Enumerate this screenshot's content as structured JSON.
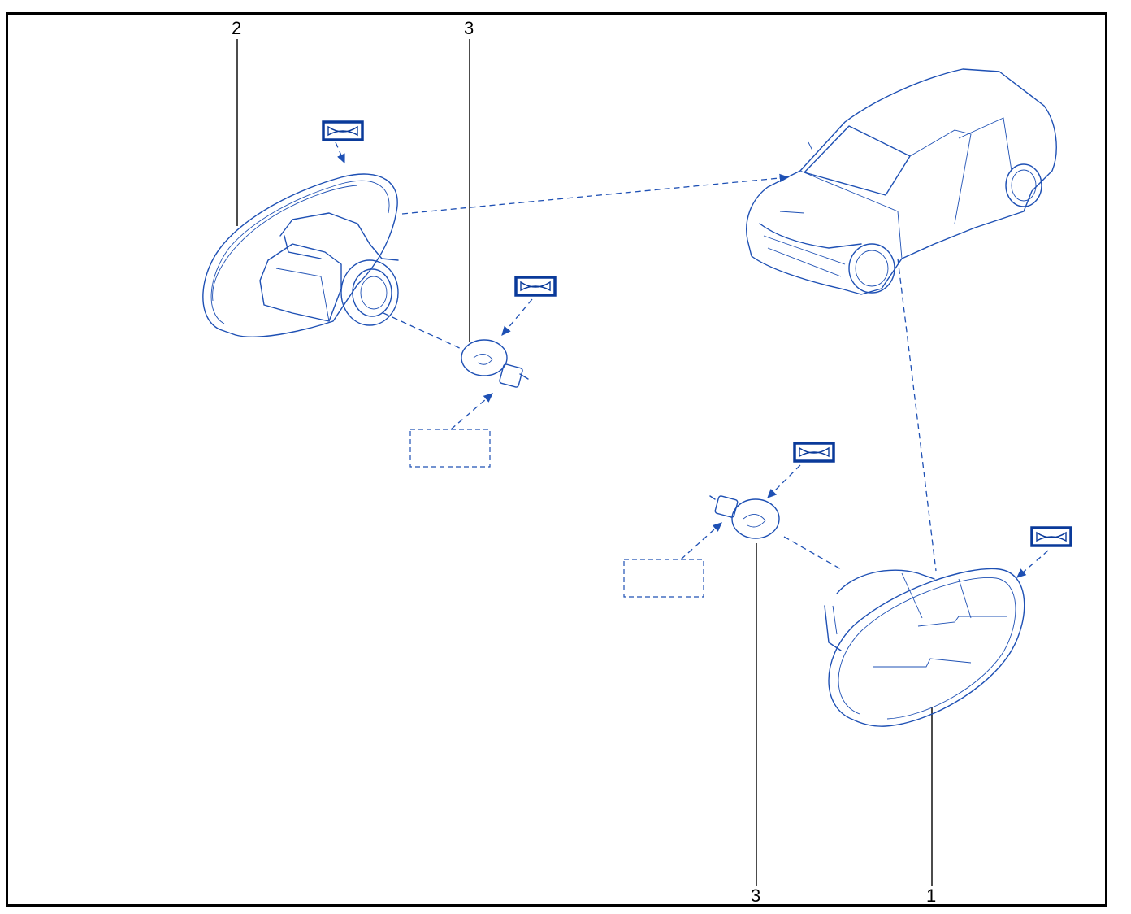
{
  "callouts": {
    "c2": "2",
    "c3_top": "3",
    "c3_bottom": "3",
    "c1": "1"
  },
  "colors": {
    "line": "#1e50b4",
    "symbol": "#0a3a9a",
    "frame": "#000000"
  },
  "icons": [
    "car-illustration",
    "side-repeater-housing",
    "side-repeater-lens",
    "bulb",
    "tightening-symbol"
  ]
}
